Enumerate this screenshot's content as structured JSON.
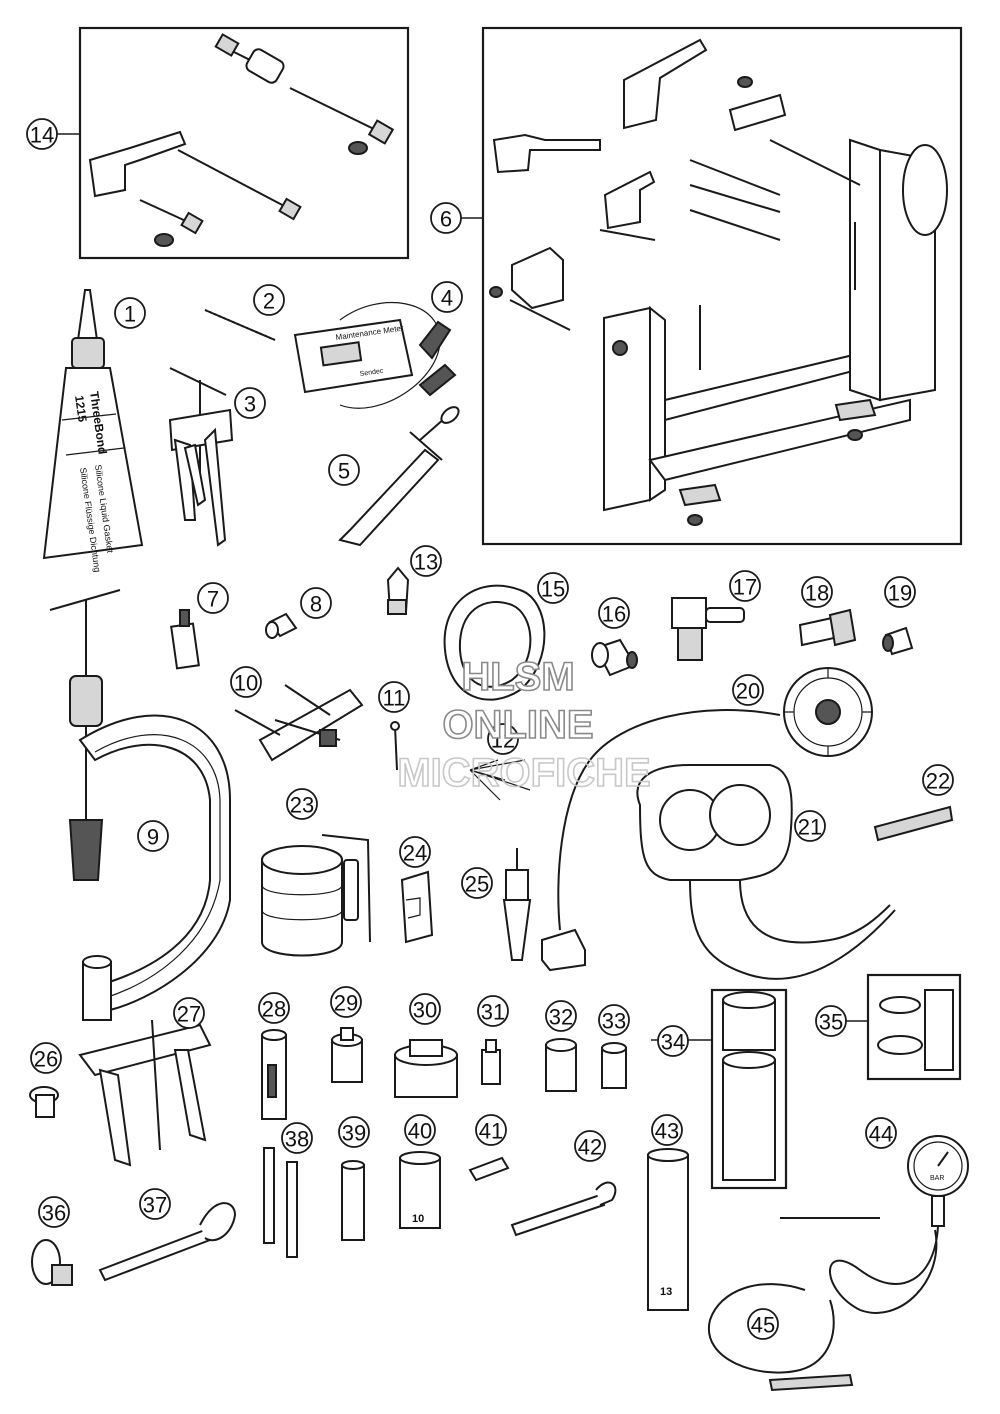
{
  "callouts": [
    {
      "id": "1"
    },
    {
      "id": "2"
    },
    {
      "id": "3"
    },
    {
      "id": "4"
    },
    {
      "id": "5"
    },
    {
      "id": "6"
    },
    {
      "id": "7"
    },
    {
      "id": "8"
    },
    {
      "id": "9"
    },
    {
      "id": "10"
    },
    {
      "id": "11"
    },
    {
      "id": "12"
    },
    {
      "id": "13"
    },
    {
      "id": "14"
    },
    {
      "id": "15"
    },
    {
      "id": "16"
    },
    {
      "id": "17"
    },
    {
      "id": "18"
    },
    {
      "id": "19"
    },
    {
      "id": "20"
    },
    {
      "id": "21"
    },
    {
      "id": "22"
    },
    {
      "id": "23"
    },
    {
      "id": "24"
    },
    {
      "id": "25"
    },
    {
      "id": "26"
    },
    {
      "id": "27"
    },
    {
      "id": "28"
    },
    {
      "id": "29"
    },
    {
      "id": "30"
    },
    {
      "id": "31"
    },
    {
      "id": "32"
    },
    {
      "id": "33"
    },
    {
      "id": "34"
    },
    {
      "id": "35"
    },
    {
      "id": "36"
    },
    {
      "id": "37"
    },
    {
      "id": "38"
    },
    {
      "id": "39"
    },
    {
      "id": "40"
    },
    {
      "id": "41"
    },
    {
      "id": "42"
    },
    {
      "id": "43"
    },
    {
      "id": "44"
    },
    {
      "id": "45"
    }
  ],
  "part_labels": {
    "tube_brand": "ThreeBond",
    "tube_number": "1215",
    "tube_desc_line1": "Silicone Liquid Gasket",
    "tube_desc_line2": "Silicone Flüssige Dichtung",
    "meter_title": "Maintenance Meter",
    "meter_brand": "Sendec",
    "socket_40_size": "10",
    "socket_43_size": "13",
    "gauge_44_unit": "BAR"
  },
  "watermark": {
    "line1": "HLSM",
    "line2": "ONLINE",
    "line3": "MICROFICHE"
  }
}
